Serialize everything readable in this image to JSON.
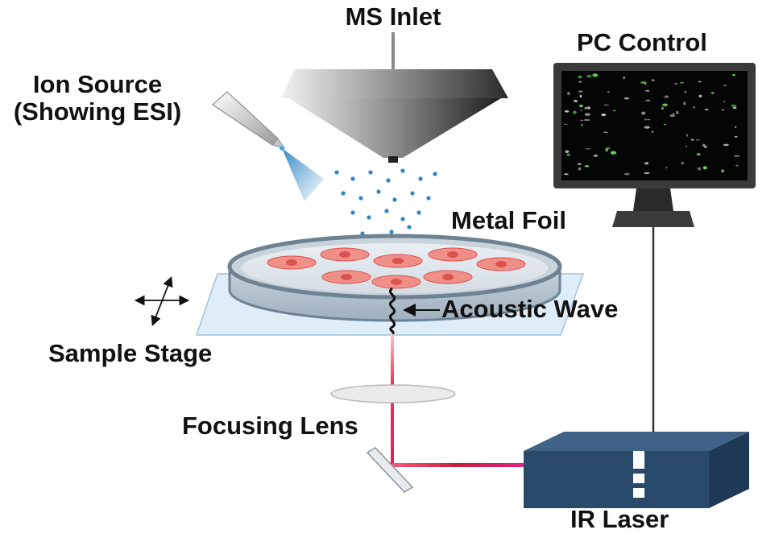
{
  "labels": {
    "ms_inlet": "MS Inlet",
    "ion_source_line1": "Ion Source",
    "ion_source_line2": "(Showing ESI)",
    "pc_control": "PC Control",
    "metal_foil": "Metal Foil",
    "acoustic_wave": "Acoustic Wave",
    "sample_stage": "Sample Stage",
    "focusing_lens": "Focusing Lens",
    "ir_laser": "IR Laser"
  },
  "colors": {
    "laser_beam": "#d6245a",
    "laser_box": "#2a4a6b",
    "cells": "#f08e88",
    "cell_nucleus": "#d9544f",
    "droplets": "#2f86c4",
    "dish_rim": "#6f8292",
    "stage_plate": "#d4e7f5",
    "monitor_frame": "#333333",
    "fluorescence": "#6fe05a"
  },
  "icons": [
    "ms-cone-icon",
    "esi-needle-icon",
    "monitor-icon",
    "petri-dish-icon",
    "laser-box-icon",
    "mirror-icon",
    "lens-icon",
    "xy-arrows-icon"
  ]
}
